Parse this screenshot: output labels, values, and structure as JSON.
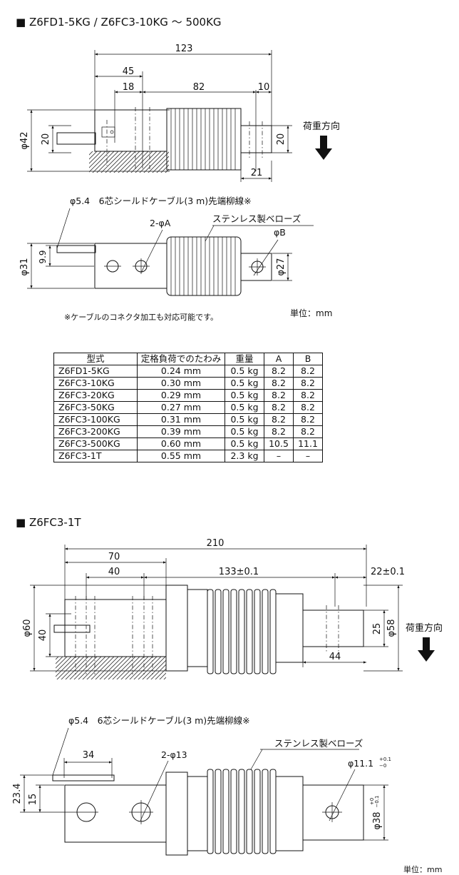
{
  "section1": {
    "title": "■ Z6FD1-5KG / Z6FC3-10KG ～ 500KG",
    "dims_top": {
      "d123": "123",
      "d45": "45",
      "d18": "18",
      "d82": "82",
      "d10": "10",
      "d21": "21",
      "phi42": "φ42",
      "d20_left": "20",
      "d20_right": "20"
    },
    "load_dir": "荷重方向",
    "cable_label": "φ5.4　6芯シールドケーブル(3 m)先端柳線※",
    "hole_a": "2-φA",
    "bellows": "ステンレス製ベローズ",
    "hole_b": "φB",
    "phi31": "φ31",
    "d9_9": "9.9",
    "phi27": "φ27",
    "note": "※ケーブルのコネクタ加工も対応可能です。",
    "unit": "単位：mm"
  },
  "table": {
    "headers": [
      "型式",
      "定格負荷でのたわみ",
      "重量",
      "A",
      "B"
    ],
    "rows": [
      [
        "Z6FD1-5KG",
        "0.24 mm",
        "0.5 kg",
        "8.2",
        "8.2"
      ],
      [
        "Z6FC3-10KG",
        "0.30 mm",
        "0.5 kg",
        "8.2",
        "8.2"
      ],
      [
        "Z6FC3-20KG",
        "0.29 mm",
        "0.5 kg",
        "8.2",
        "8.2"
      ],
      [
        "Z6FC3-50KG",
        "0.27 mm",
        "0.5 kg",
        "8.2",
        "8.2"
      ],
      [
        "Z6FC3-100KG",
        "0.31 mm",
        "0.5 kg",
        "8.2",
        "8.2"
      ],
      [
        "Z6FC3-200KG",
        "0.39 mm",
        "0.5 kg",
        "8.2",
        "8.2"
      ],
      [
        "Z6FC3-500KG",
        "0.60 mm",
        "0.5 kg",
        "10.5",
        "11.1"
      ],
      [
        "Z6FC3-1T",
        "0.55 mm",
        "2.3 kg",
        "–",
        "–"
      ]
    ]
  },
  "section2": {
    "title": "■ Z6FC3-1T",
    "dims_top": {
      "d210": "210",
      "d70": "70",
      "d40": "40",
      "d133": "133±0.1",
      "d22": "22±0.1",
      "phi60": "φ60",
      "d40v": "40",
      "d25": "25",
      "phi58": "φ58",
      "d44": "44"
    },
    "load_dir": "荷重方向",
    "cable_label": "φ5.4　6芯シールドケーブル(3 m)先端柳線※",
    "d34": "34",
    "hole13": "2-φ13",
    "bellows": "ステンレス製ベローズ",
    "hole11": "φ11.1",
    "hole11_tol_up": "+0.1",
    "hole11_tol_dn": "−0",
    "d23_4": "23.4",
    "d15": "15",
    "phi38": "φ38",
    "phi38_tol_up": "+0",
    "phi38_tol_dn": "−0.1",
    "unit": "単位：mm"
  }
}
